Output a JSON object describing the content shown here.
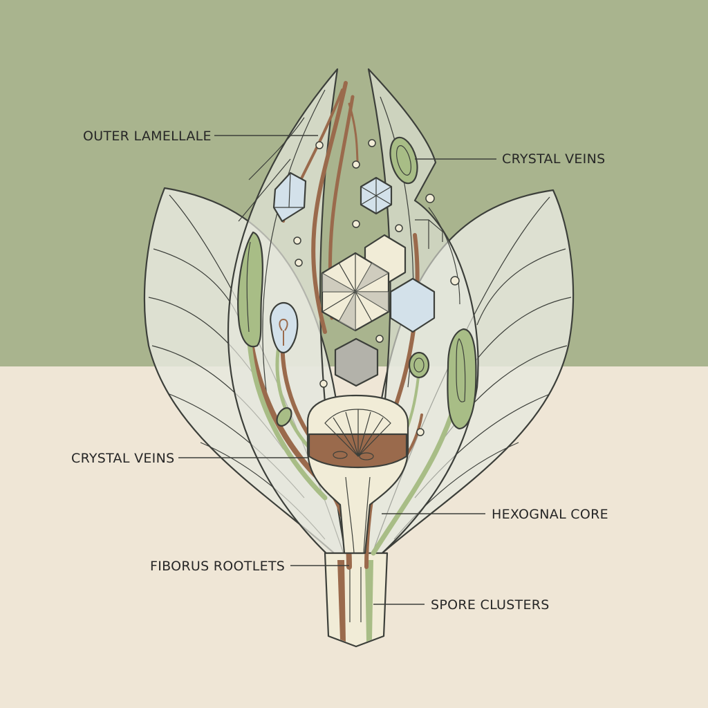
{
  "colors": {
    "background_top": "#a9b48e",
    "background_bottom": "#efe6d6",
    "outline": "#3c3f3a",
    "leaf_fill": "#e6e7dd",
    "vein_brown": "#9a6a4c",
    "vein_green": "#a8bd86",
    "crystal_blue": "#d3e1ea",
    "hex_gray": "#b3b2aa",
    "cream": "#f1ecd7",
    "label_text": "#262626"
  },
  "labels": {
    "outer_lamellale": "OUTER LAMELLALE",
    "crystal_veins_top": "CRYSTAL VEINS",
    "crystal_veins_left": "CRYSTAL VEINS",
    "hexognal_core": "HEXOGNAL CORE",
    "fiborus_rootlets": "FIBORUS ROOTLETS",
    "spore_clusters": "SPORE CLUSTERS"
  }
}
